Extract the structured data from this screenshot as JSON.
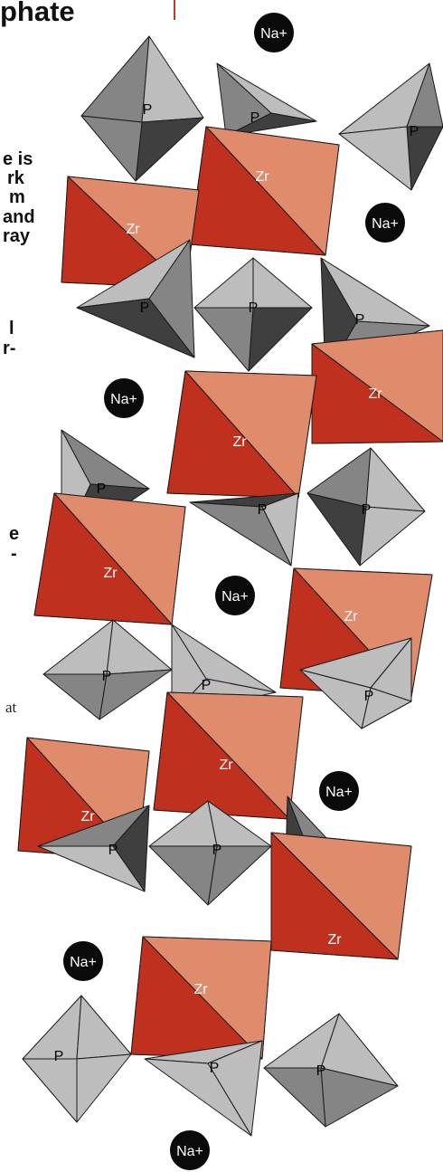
{
  "page": {
    "title_fragment": "phate",
    "text_fragments": [
      "e is",
      "rk",
      "m",
      "and",
      "ray",
      "l",
      "r-",
      "e",
      "-",
      "at"
    ]
  },
  "structure": {
    "title": "Na zirconium phosphate crystal structure (partial view)",
    "colors": {
      "zr_light": "#df8b6c",
      "zr_mid": "#cf5a35",
      "zr_dark": "#c0301e",
      "p_light": "#bdbdbd",
      "p_mid": "#858585",
      "p_dark": "#3f3f3f",
      "ion": "#0a0a0a"
    },
    "labels": {
      "zr": "Zr",
      "p": "P",
      "na": "Na+"
    }
  }
}
